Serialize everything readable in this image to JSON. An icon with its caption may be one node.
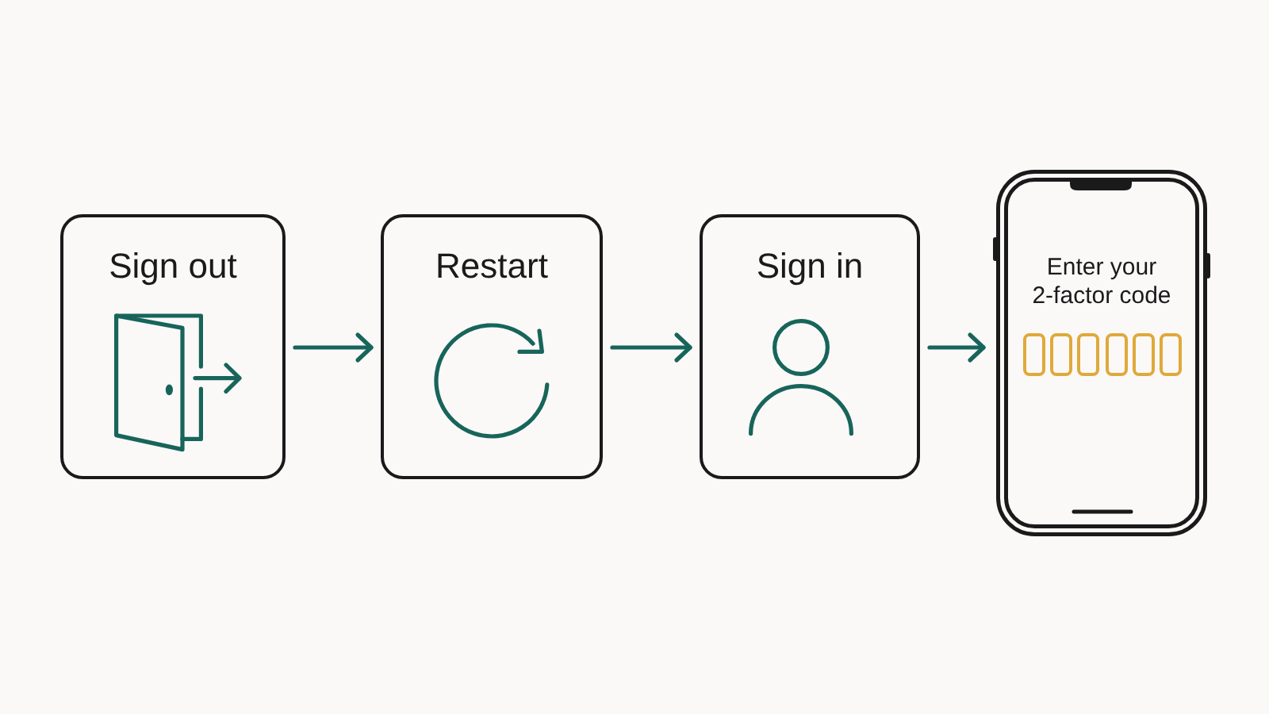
{
  "diagram": {
    "nodes": [
      {
        "text": [
          "Sign out"
        ]
      },
      {
        "text": [
          "Restart"
        ]
      },
      {
        "text": [
          "Sign in"
        ]
      },
      {
        "text": [
          "Enter your 2-factor code"
        ]
      }
    ],
    "edges": [
      {
        "from": 0,
        "to": 1,
        "arrow": "to"
      },
      {
        "from": 1,
        "to": 2,
        "arrow": "to"
      },
      {
        "from": 2,
        "to": 3,
        "arrow": "to"
      }
    ]
  }
}
